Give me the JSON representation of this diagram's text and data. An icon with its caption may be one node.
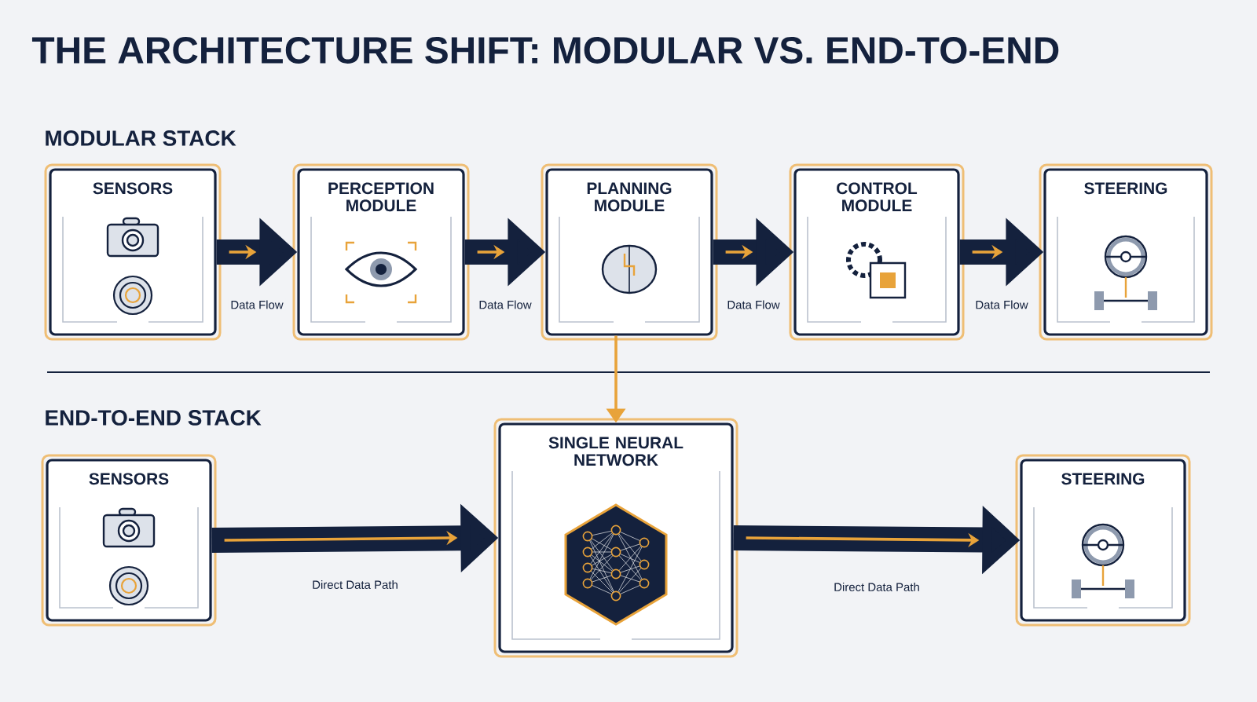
{
  "diagram": {
    "title": "THE ARCHITECTURE SHIFT: MODULAR VS. END-TO-END",
    "nodes": [
      {
        "text": [
          "SENSORS"
        ]
      },
      {
        "text": [
          "PERCEPTION MODULE"
        ]
      },
      {
        "text": [
          "PLANNING MODULE"
        ]
      },
      {
        "text": [
          "CONTROL MODULE"
        ]
      },
      {
        "text": [
          "STEERING"
        ]
      },
      {
        "text": [
          "SENSORS"
        ]
      },
      {
        "text": [
          "SINGLE NEURAL NETWORK"
        ]
      },
      {
        "text": [
          "STEERING"
        ]
      }
    ],
    "edges": [
      {
        "from": 0,
        "to": 1,
        "arrow": "to",
        "label": "Data Flow"
      },
      {
        "from": 1,
        "to": 2,
        "arrow": "to",
        "label": "Data Flow"
      },
      {
        "from": 2,
        "to": 3,
        "arrow": "to",
        "label": "Data Flow"
      },
      {
        "from": 3,
        "to": 4,
        "arrow": "to",
        "label": "Data Flow"
      },
      {
        "from": 2,
        "to": 6,
        "arrow": "to",
        "color": "#e8a33a"
      },
      {
        "from": 5,
        "to": 6,
        "arrow": "to",
        "label": "Direct Data Path"
      },
      {
        "from": 6,
        "to": 7,
        "arrow": "to",
        "label": "Direct Data Path"
      }
    ],
    "labels": [
      "MODULAR STACK",
      "END-TO-END STACK"
    ]
  }
}
